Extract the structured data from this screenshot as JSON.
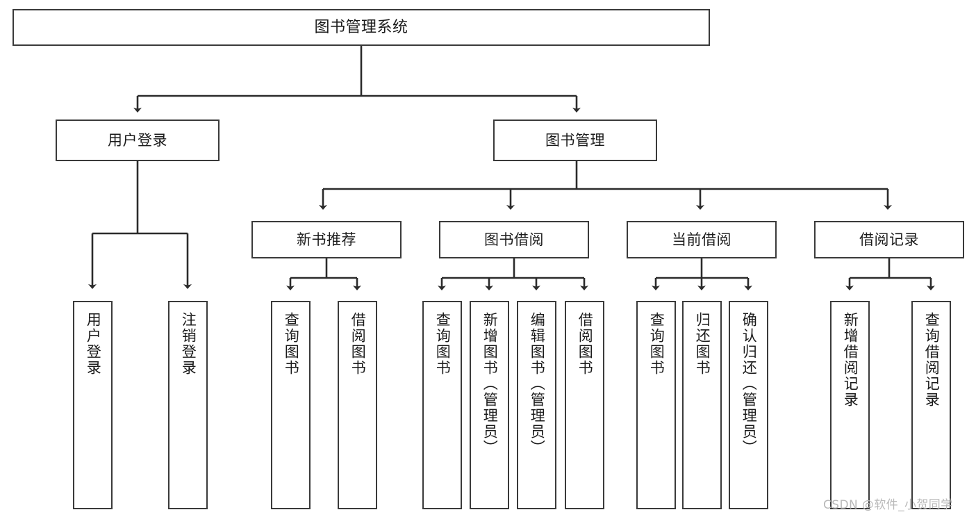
{
  "diagram": {
    "title": "图书管理系统",
    "type": "tree-hierarchy",
    "watermark": "CSDN @软件_小贺同学",
    "colors": {
      "box_border": "#3a3a3a",
      "box_fill": "#ffffff",
      "edge": "#2b2b2b",
      "text": "#1b1b1b",
      "watermark": "#b9b9b9"
    },
    "root": {
      "label": "图书管理系统"
    },
    "level2": [
      {
        "label": "用户登录"
      },
      {
        "label": "图书管理"
      }
    ],
    "level3": [
      {
        "label": "新书推荐"
      },
      {
        "label": "图书借阅"
      },
      {
        "label": "当前借阅"
      },
      {
        "label": "借阅记录"
      }
    ],
    "leaves": {
      "user_login": [
        {
          "label": "用户登录"
        },
        {
          "label": "注销登录"
        }
      ],
      "new_book_recommend": [
        {
          "label": "查询图书"
        },
        {
          "label": "借阅图书"
        }
      ],
      "book_borrow": [
        {
          "label": "查询图书"
        },
        {
          "label": "新增图书（管理员）"
        },
        {
          "label": "编辑图书（管理员）"
        },
        {
          "label": "借阅图书"
        }
      ],
      "current_borrow": [
        {
          "label": "查询图书"
        },
        {
          "label": "归还图书"
        },
        {
          "label": "确认归还（管理员）"
        }
      ],
      "borrow_record": [
        {
          "label": "新增借阅记录"
        },
        {
          "label": "查询借阅记录"
        }
      ]
    }
  }
}
